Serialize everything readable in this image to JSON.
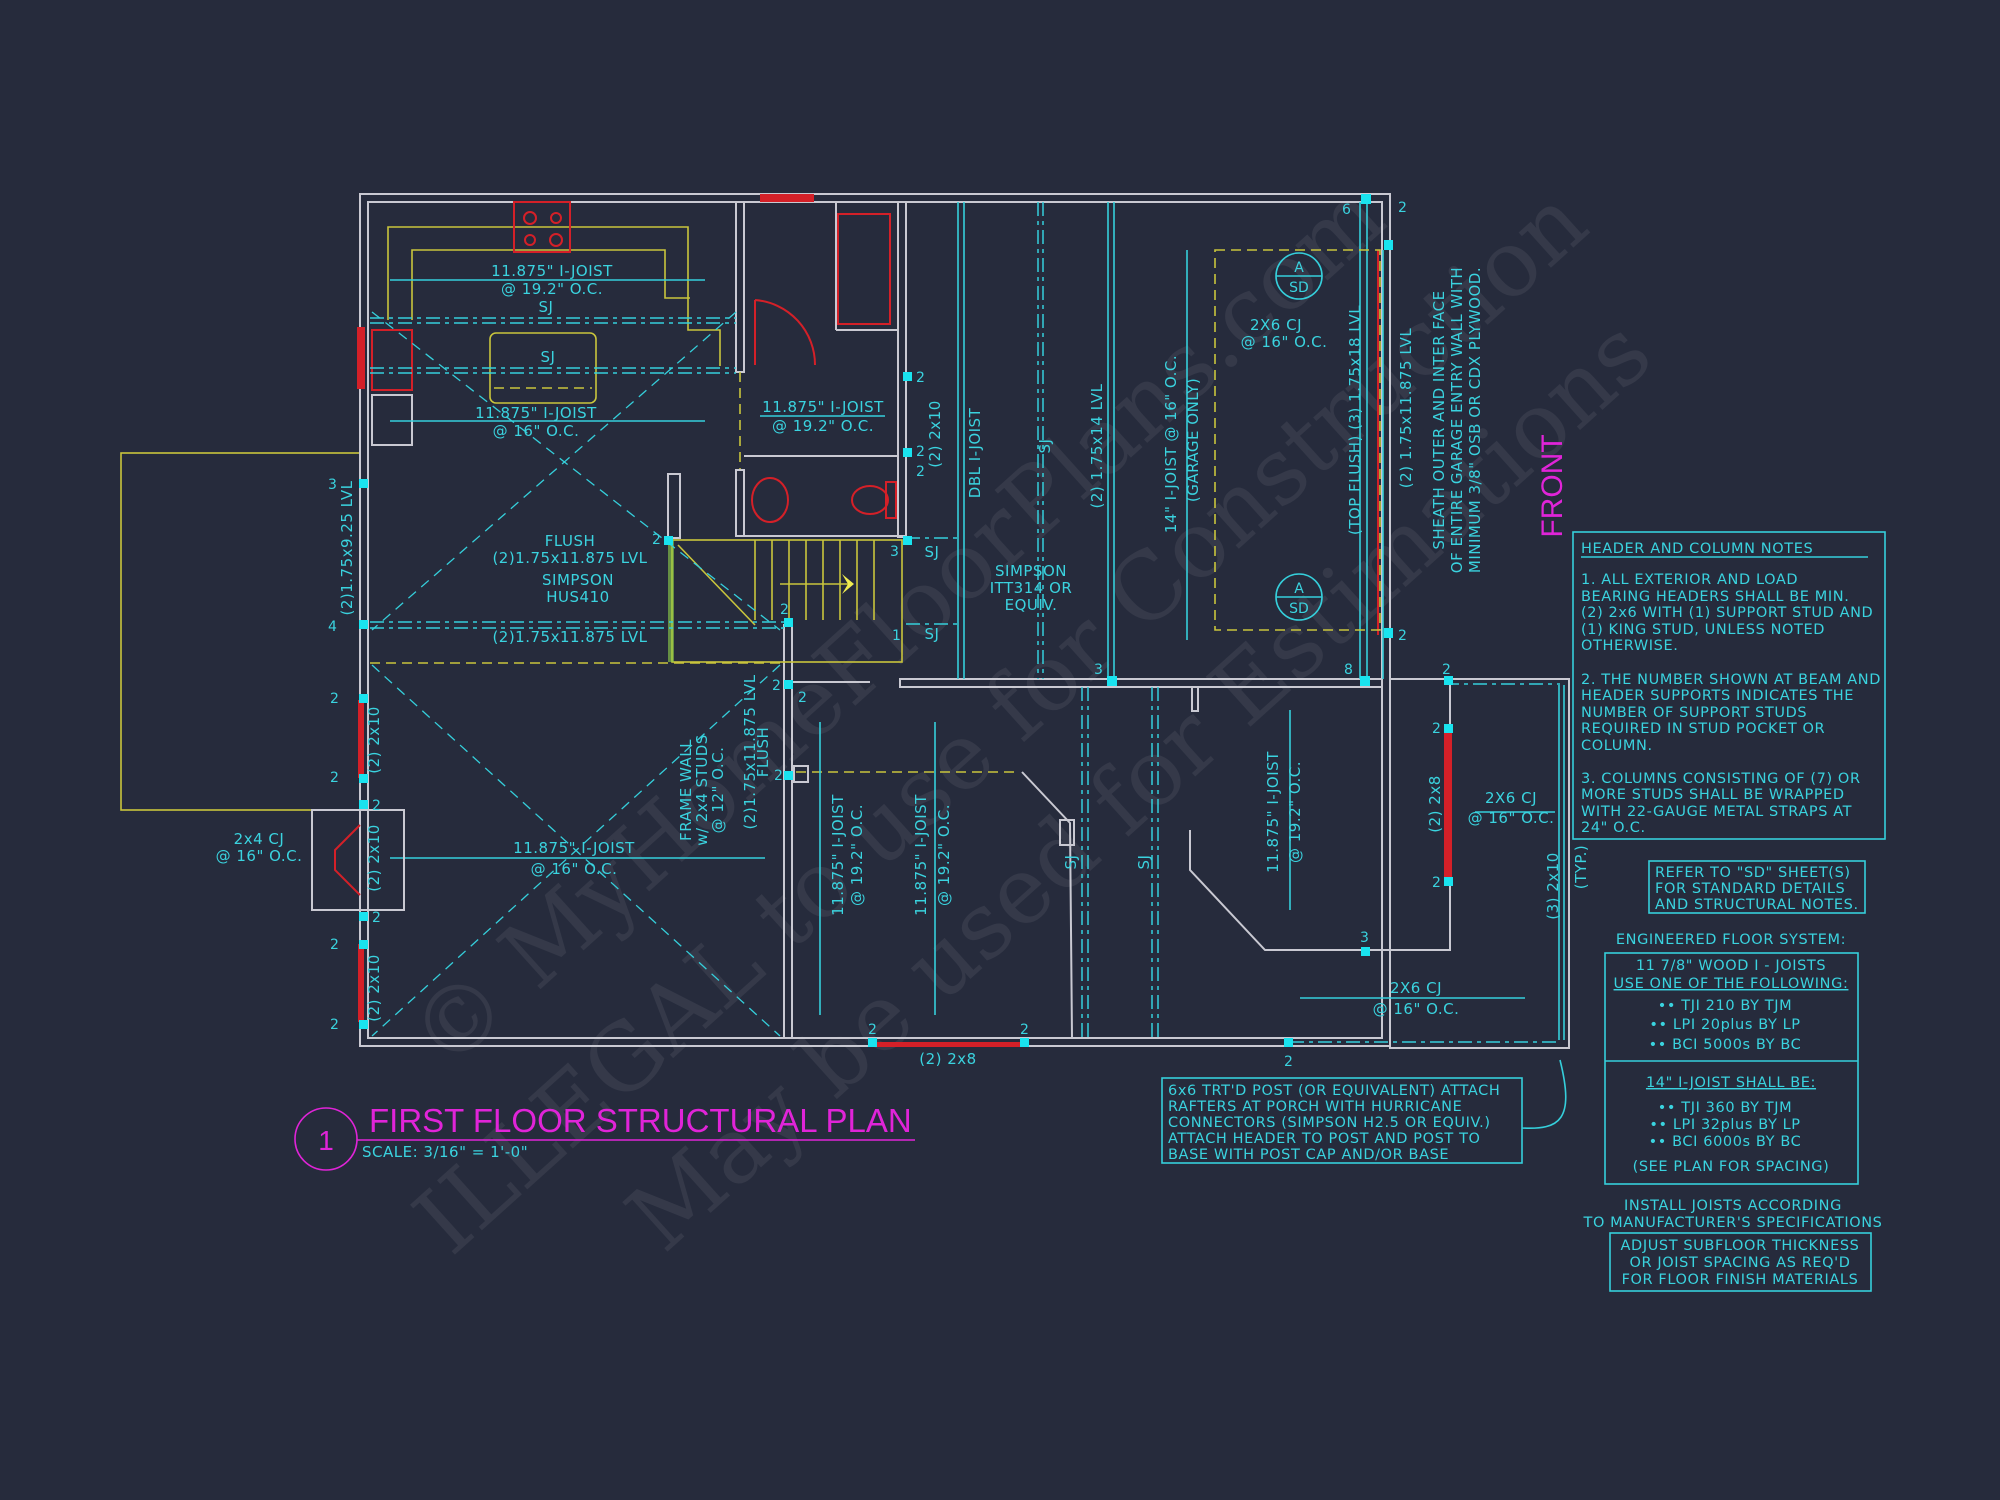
{
  "title": {
    "number": "1",
    "text": "FIRST FLOOR STRUCTURAL PLAN",
    "scale": "SCALE: 3/16\" = 1'-0\""
  },
  "front_label": "FRONT",
  "watermark": [
    "© MyHomeFloorPlans.com",
    "ILLEGAL to use for Construction",
    "May be used for Estimations"
  ],
  "plan_labels": {
    "kitchen_joist": "11.875\" I-JOIST",
    "kitchen_joist_spacing": "@ 19.2\" O.C.",
    "kitchen_sj": "SJ",
    "island_sj": "SJ",
    "dining_joist": "11.875\" I-JOIST",
    "dining_joist_spacing": "@ 16\" O.C.",
    "bath_joist": "11.875\" I-JOIST",
    "bath_joist_spacing": "@ 19.2\" O.C.",
    "flush": "FLUSH",
    "flush_lvl": "(2)1.75x11.875 LVL",
    "simpson": "SIMPSON",
    "hus410": "HUS410",
    "living_lvl": "(2)1.75x11.875 LVL",
    "left_lvl": "(2)1.75x9.25 LVL",
    "laundry_2x10": "(2) 2x10",
    "dbl_ijoist": "DBL I-JOIST",
    "garage_sj": "SJ",
    "garage_lvl14": "(2) 1.75x14 LVL",
    "garage_joist": "14\" I-JOIST @ 16\" O.C.",
    "garage_only": "(GARAGE ONLY)",
    "garage_cj": "2X6 CJ",
    "garage_cj_spacing": "@ 16\" O.C.",
    "garage_lvl18": "(TOP FLUSH)   (3) 1.75x18 LVL",
    "garage_lvl11": "(2) 1.75x11.875 LVL",
    "sheath": [
      "SHEATH OUTER AND INTER FACE",
      "OF ENTIRE GARAGE ENTRY WALL WITH",
      "MINIMUM 3/8\" OSB OR CDX PLYWOOD."
    ],
    "sd_top_a": "A",
    "sd_top_sd": "SD",
    "sd_bot_a": "A",
    "sd_bot_sd": "SD",
    "simpson_itt": [
      "SIMPSON",
      "ITT314 OR",
      "EQUIV."
    ],
    "stair_sj_top": "SJ",
    "stair_sj_bot": "SJ",
    "left_2x10_a": "(2) 2x10",
    "left_2x10_b": "(2) 2x10",
    "left_2x10_c": "(2) 2x10",
    "fireplace_cj": "2x4 CJ",
    "fireplace_cj_spacing": "@ 16\" O.C.",
    "living_joist": "11.875\" I-JOIST",
    "living_joist_spacing": "@ 16\" O.C.",
    "frame_wall": [
      "FRAME WALL",
      "w/ 2x4 STUDS",
      "@ 12\" O.C."
    ],
    "flush_lvl_v": [
      "(2)1.75x11.875 LVL",
      "FLUSH"
    ],
    "study_joist_a": [
      "11.875\" I-JOIST",
      "@ 19.2\" O.C."
    ],
    "study_joist_b": [
      "11.875\" I-JOIST",
      "@ 19.2\" O.C."
    ],
    "hall_sj_a": "SJ",
    "hall_sj_b": "SJ",
    "bed_joist": [
      "11.875\" I-JOIST",
      "@ 19.2\" O.C."
    ],
    "bed_2x8": "(2) 2x8",
    "porch_cj": "2X6 CJ",
    "porch_cj_spacing": "@ 16\" O.C.",
    "porch_2x10": "(3) 2x10",
    "porch_typ": "(TYP.)",
    "lower_cj": "2X6 CJ",
    "lower_cj_spacing": "@ 16\" O.C.",
    "front_2x8": "(2) 2x8"
  },
  "stud_counts": [
    "6",
    "2",
    "2",
    "2",
    "3",
    "2",
    "2",
    "2",
    "3",
    "8",
    "2",
    "2",
    "3",
    "4",
    "2",
    "2",
    "2",
    "2",
    "2",
    "2",
    "2",
    "2",
    "2",
    "2",
    "2",
    "2",
    "2",
    "3",
    "2",
    "1"
  ],
  "header_notes": {
    "title": "HEADER AND COLUMN NOTES",
    "lines": [
      "1. ALL EXTERIOR AND LOAD",
      "BEARING HEADERS SHALL BE MIN.",
      "(2) 2x6 WITH (1) SUPPORT STUD AND",
      "(1) KING STUD, UNLESS NOTED",
      "OTHERWISE.",
      "2. THE NUMBER SHOWN AT BEAM AND",
      "HEADER SUPPORTS INDICATES THE",
      "NUMBER OF SUPPORT STUDS",
      "REQUIRED IN STUD POCKET OR",
      "COLUMN.",
      "3. COLUMNS CONSISTING OF (7) OR",
      "MORE STUDS SHALL BE WRAPPED",
      "WITH 22-GAUGE METAL STRAPS AT",
      "24\" O.C."
    ]
  },
  "sd_note": [
    "REFER TO \"SD\" SHEET(S)",
    "FOR STANDARD DETAILS",
    "AND STRUCTURAL NOTES."
  ],
  "floor_system": {
    "title": "ENGINEERED FLOOR SYSTEM:",
    "a_title": "11 7/8\" WOOD I - JOISTS",
    "a_sub": "USE ONE OF THE FOLLOWING:",
    "a_items": [
      "•• TJI 210 BY TJM",
      "•• LPI 20plus BY LP",
      "•• BCI 5000s BY BC"
    ],
    "b_title": "14\" I-JOIST SHALL BE:",
    "b_items": [
      "•• TJI 360 BY TJM",
      "•• LPI 32plus BY LP",
      "•• BCI 6000s BY BC"
    ],
    "b_note": "(SEE PLAN FOR SPACING)",
    "install": [
      "INSTALL JOISTS ACCORDING",
      "TO MANUFACTURER'S SPECIFICATIONS"
    ],
    "adjust": [
      "ADJUST SUBFLOOR THICKNESS",
      "OR JOIST SPACING AS REQ'D",
      "FOR FLOOR FINISH MATERIALS"
    ]
  },
  "porch_note": [
    "6x6 TRT'D POST (OR EQUIVALENT) ATTACH",
    "RAFTERS AT PORCH WITH HURRICANE",
    "CONNECTORS (SIMPSON H2.5 OR EQUIV.)",
    "ATTACH HEADER TO POST AND POST TO",
    "BASE WITH POST CAP AND/OR BASE"
  ],
  "colors": {
    "background": "#262b3c",
    "cyan": "#35cfdb",
    "magenta": "#e024d8",
    "red": "#d42028",
    "yellow": "#c9c53c",
    "wall": "#c9c9d2"
  }
}
